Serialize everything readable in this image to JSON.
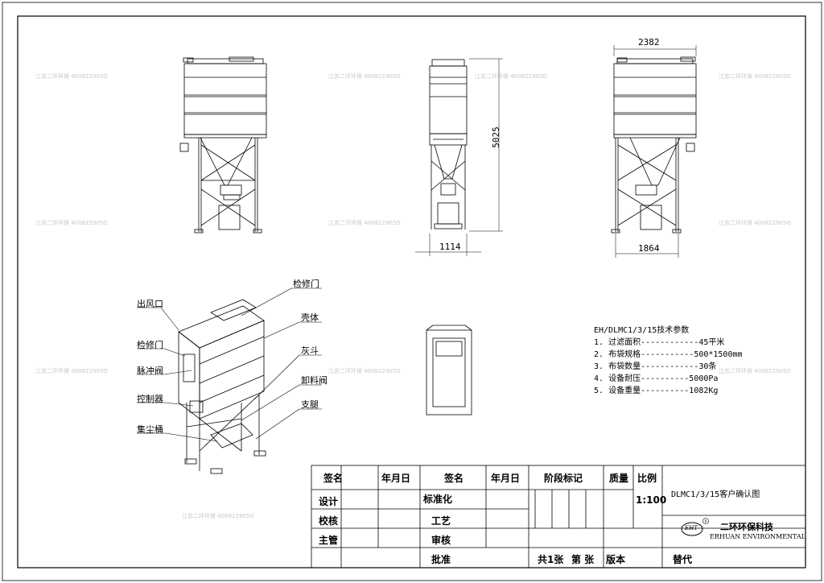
{
  "dimensions": {
    "top_width": "2382",
    "height": "5025",
    "base_width_side": "1114",
    "base_width_rear": "1864"
  },
  "callouts": {
    "outlet": "出风口",
    "access_door_top": "检修门",
    "access_door_left": "检修门",
    "shell": "壳体",
    "pulse_valve": "脉冲阀",
    "hopper": "灰斗",
    "controller": "控制器",
    "discharge_valve": "卸料阀",
    "dust_bin": "集尘桶",
    "legs": "支腿"
  },
  "params": {
    "title": "EH/DLMC1/3/15技术参数",
    "rows": [
      {
        "idx": "1.",
        "name": "过滤面积",
        "value": "45平米"
      },
      {
        "idx": "2.",
        "name": "布袋规格",
        "value": "500*1500mm"
      },
      {
        "idx": "3.",
        "name": "布袋数量",
        "value": "30条"
      },
      {
        "idx": "4.",
        "name": "设备耐压",
        "value": "5000Pa"
      },
      {
        "idx": "5.",
        "name": "设备重量",
        "value": "1082Kg"
      }
    ]
  },
  "watermark": "江苏二环环保 400822905O",
  "title_block": {
    "sign_name": "签名",
    "date": "年月日",
    "sign_name2": "签名",
    "date2": "年月日",
    "stage_mark": "阶段标记",
    "mass": "质量",
    "scale_label": "比例",
    "scale_value": "1:100",
    "design": "设计",
    "standardize": "标准化",
    "check": "校核",
    "process": "工艺",
    "supervisor": "主管",
    "review": "审核",
    "approve": "批准",
    "sheets": "共1张",
    "sheet_no": "第 张",
    "version": "版本",
    "replace": "替代",
    "drawing_name": "DLMC1/3/15客户确认图",
    "company_cn": "二环环保科技",
    "company_en": "ERHUAN ENVIRONMENTAL",
    "logo_text": "EHT"
  }
}
